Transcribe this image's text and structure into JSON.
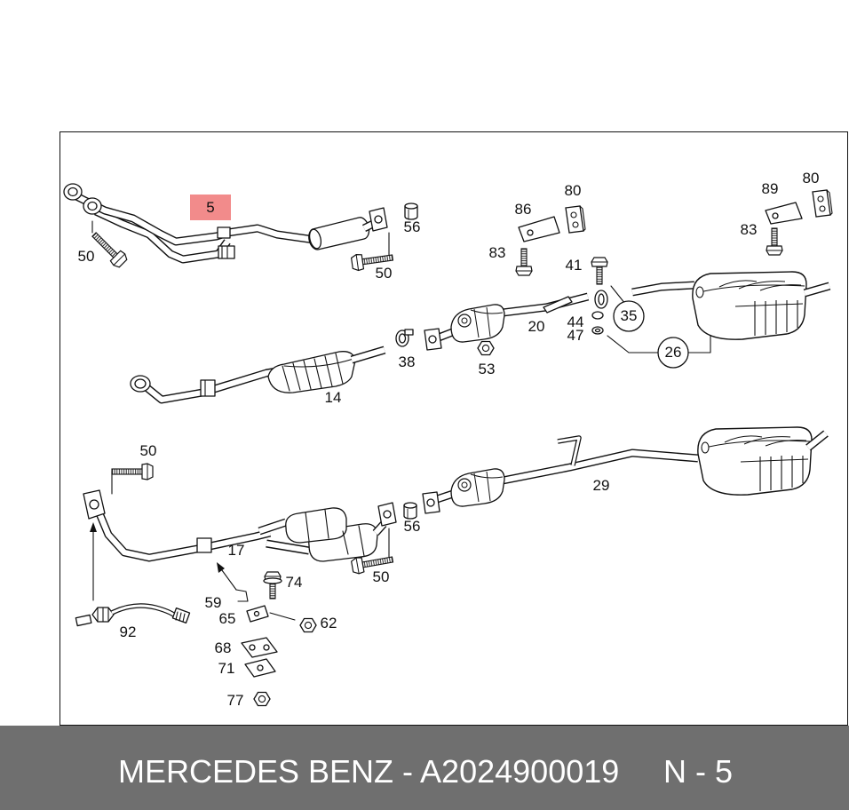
{
  "footer": {
    "part_number": "MERCEDES BENZ - A2024900019",
    "position": "N - 5"
  },
  "highlight": {
    "label": "5"
  },
  "callouts": [
    "56",
    "50",
    "50",
    "86",
    "80",
    "89",
    "80",
    "83",
    "83",
    "41",
    "35",
    "44",
    "47",
    "26",
    "20",
    "38",
    "53",
    "14",
    "50",
    "29",
    "56",
    "17",
    "50",
    "74",
    "59",
    "65",
    "62",
    "92",
    "68",
    "71",
    "77"
  ],
  "colors": {
    "highlight": "#f28b8b",
    "footer_background": "#6f6f6f",
    "footer_text": "#ffffff",
    "line_art": "#111111"
  }
}
